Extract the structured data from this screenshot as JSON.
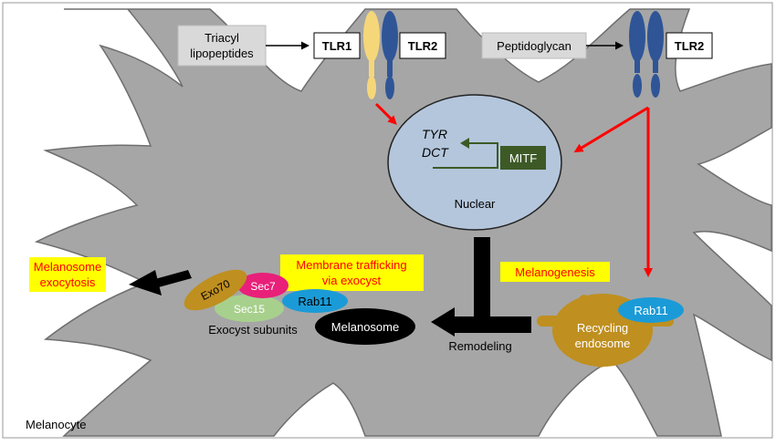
{
  "colors": {
    "cell_fill": "#a6a6a6",
    "nucleus_fill": "#b4c6dc",
    "mitf_fill": "#3d5a26",
    "tlr1_fill": "#f5d77a",
    "tlr2_fill": "#2f5597",
    "arrow_red": "#ff0000",
    "highlight_yellow": "#ffff00",
    "highlight_text": "#ff0000",
    "endosome_fill": "#bf8f1f",
    "rab11_fill": "#1a9bd7",
    "sec7_fill": "#e8207a",
    "sec15_fill": "#a8d08d"
  },
  "ligands": {
    "triacyl": [
      "Triacyl",
      "lipopeptides"
    ],
    "peptidoglycan": "Peptidoglycan"
  },
  "receptors": {
    "tlr1": "TLR1",
    "tlr2_left": "TLR2",
    "tlr2_right": "TLR2"
  },
  "nucleus": {
    "genes": [
      "TYR",
      "DCT"
    ],
    "mitf": "MITF",
    "label": "Nuclear"
  },
  "process": {
    "melanogenesis": "Melanogenesis",
    "remodeling": "Remodeling",
    "membrane_trafficking": [
      "Membrane trafficking",
      "via exocyst"
    ],
    "exocytosis": [
      "Melanosome",
      "exocytosis"
    ]
  },
  "endosome": {
    "label": [
      "Recycling",
      "endosome"
    ],
    "rab11": "Rab11"
  },
  "exocyst": {
    "exo70": "Exo70",
    "sec7": "Sec7",
    "sec15": "Sec15",
    "rab11": "Rab11",
    "subunits_label": "Exocyst subunits"
  },
  "melanosome": "Melanosome",
  "cell_label": "Melanocyte",
  "icons": {
    "red_arrow": "red-arrow-icon",
    "black_arrow": "black-arrow-icon",
    "inhibition": "t-bar-icon"
  }
}
